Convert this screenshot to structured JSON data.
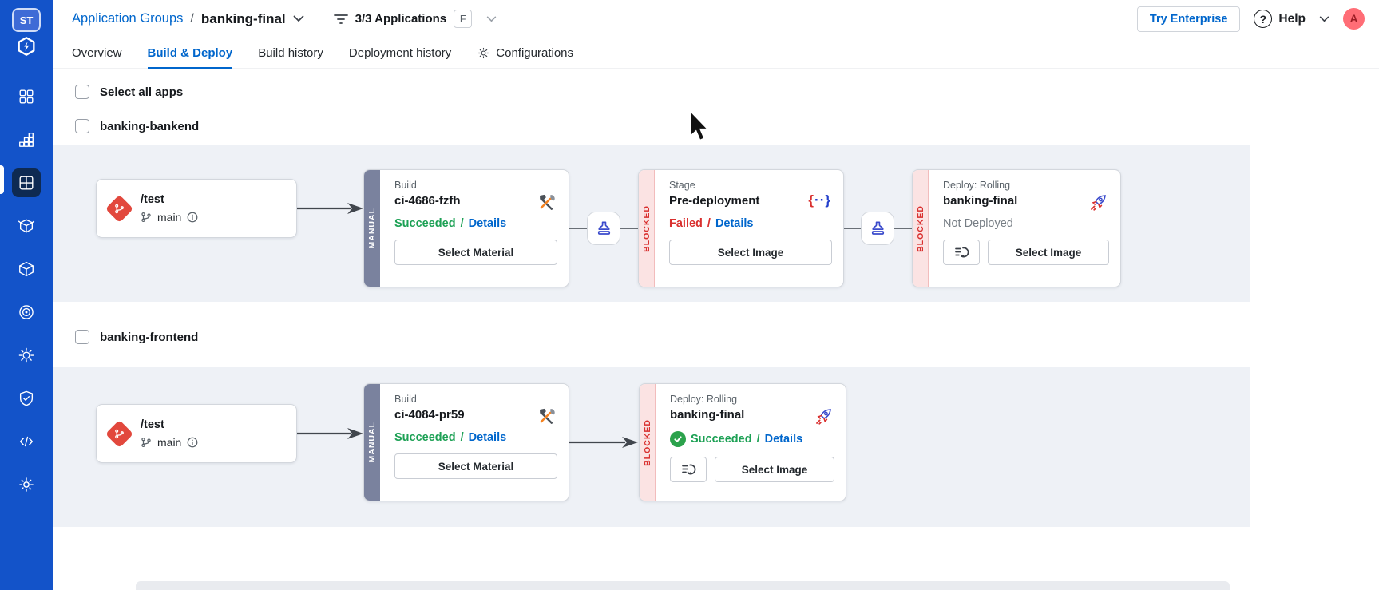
{
  "sidebar": {
    "logo_text": "ST",
    "items": [
      {
        "icon": "apps-grid-icon"
      },
      {
        "icon": "stacked-columns-icon"
      },
      {
        "icon": "app-group-grid-icon",
        "active": true
      },
      {
        "icon": "open-package-icon"
      },
      {
        "icon": "cube-icon"
      },
      {
        "icon": "bullseye-icon"
      },
      {
        "icon": "sun-spokes-icon"
      },
      {
        "icon": "shield-check-icon"
      },
      {
        "icon": "code-icon"
      },
      {
        "icon": "gear-icon"
      }
    ]
  },
  "header": {
    "breadcrumb": {
      "section": "Application Groups",
      "separator": "/",
      "current": "banking-final"
    },
    "filter_label": "3/3 Applications",
    "filter_shortcut": "F",
    "try_enterprise_label": "Try Enterprise",
    "help_icon_glyph": "?",
    "help_label": "Help",
    "avatar_initial": "A"
  },
  "tabs": {
    "items": [
      {
        "label": "Overview",
        "active": false
      },
      {
        "label": "Build & Deploy",
        "active": true
      },
      {
        "label": "Build history",
        "active": false
      },
      {
        "label": "Deployment history",
        "active": false
      },
      {
        "label": "Configurations",
        "active": false,
        "icon": "gear-icon"
      }
    ]
  },
  "content": {
    "select_all_label": "Select all apps",
    "workflows": [
      {
        "app_name": "banking-bankend",
        "source": {
          "repo": "/test",
          "branch": "main",
          "icon": "git-material-icon",
          "info_icon": "info-icon"
        },
        "build": {
          "kind": "Build",
          "name": "ci-4686-fzfh",
          "status": "Succeeded",
          "separator": "/",
          "details_label": "Details",
          "action_label": "Select Material",
          "edge_label": "MANUAL",
          "icon": "build-tools-icon"
        },
        "stage": {
          "kind": "Stage",
          "name": "Pre-deployment",
          "status": "Failed",
          "separator": "/",
          "details_label": "Details",
          "action_label": "Select Image",
          "edge_label": "BLOCKED",
          "icon": "script-braces-icon"
        },
        "deploy": {
          "kind": "Deploy: Rolling",
          "name": "banking-final",
          "status": "Not Deployed",
          "action_label": "Select Image",
          "edge_label": "BLOCKED",
          "icon": "rocket-icon",
          "rollback_icon": "rollback-icon"
        }
      },
      {
        "app_name": "banking-frontend",
        "source": {
          "repo": "/test",
          "branch": "main",
          "icon": "git-material-icon",
          "info_icon": "info-icon"
        },
        "build": {
          "kind": "Build",
          "name": "ci-4084-pr59",
          "status": "Succeeded",
          "separator": "/",
          "details_label": "Details",
          "action_label": "Select Material",
          "edge_label": "MANUAL",
          "icon": "build-tools-icon"
        },
        "deploy": {
          "kind": "Deploy: Rolling",
          "name": "banking-final",
          "status": "Succeeded",
          "separator": "/",
          "details_label": "Details",
          "action_label": "Select Image",
          "edge_label": "BLOCKED",
          "icon": "rocket-icon",
          "rollback_icon": "rollback-icon",
          "status_icon": "check-circle-icon"
        }
      }
    ]
  },
  "colors": {
    "sidebar_blue": "#1353c9",
    "link_blue": "#0066cc",
    "success_green": "#1da155",
    "failed_red": "#d9302f",
    "blocked_strip_bg": "#fbe3e3",
    "manual_strip_bg": "#7a829e",
    "section_bg": "#eef1f6",
    "avatar_bg": "#ff6d76",
    "stamp_blue": "#3b4bcc"
  }
}
